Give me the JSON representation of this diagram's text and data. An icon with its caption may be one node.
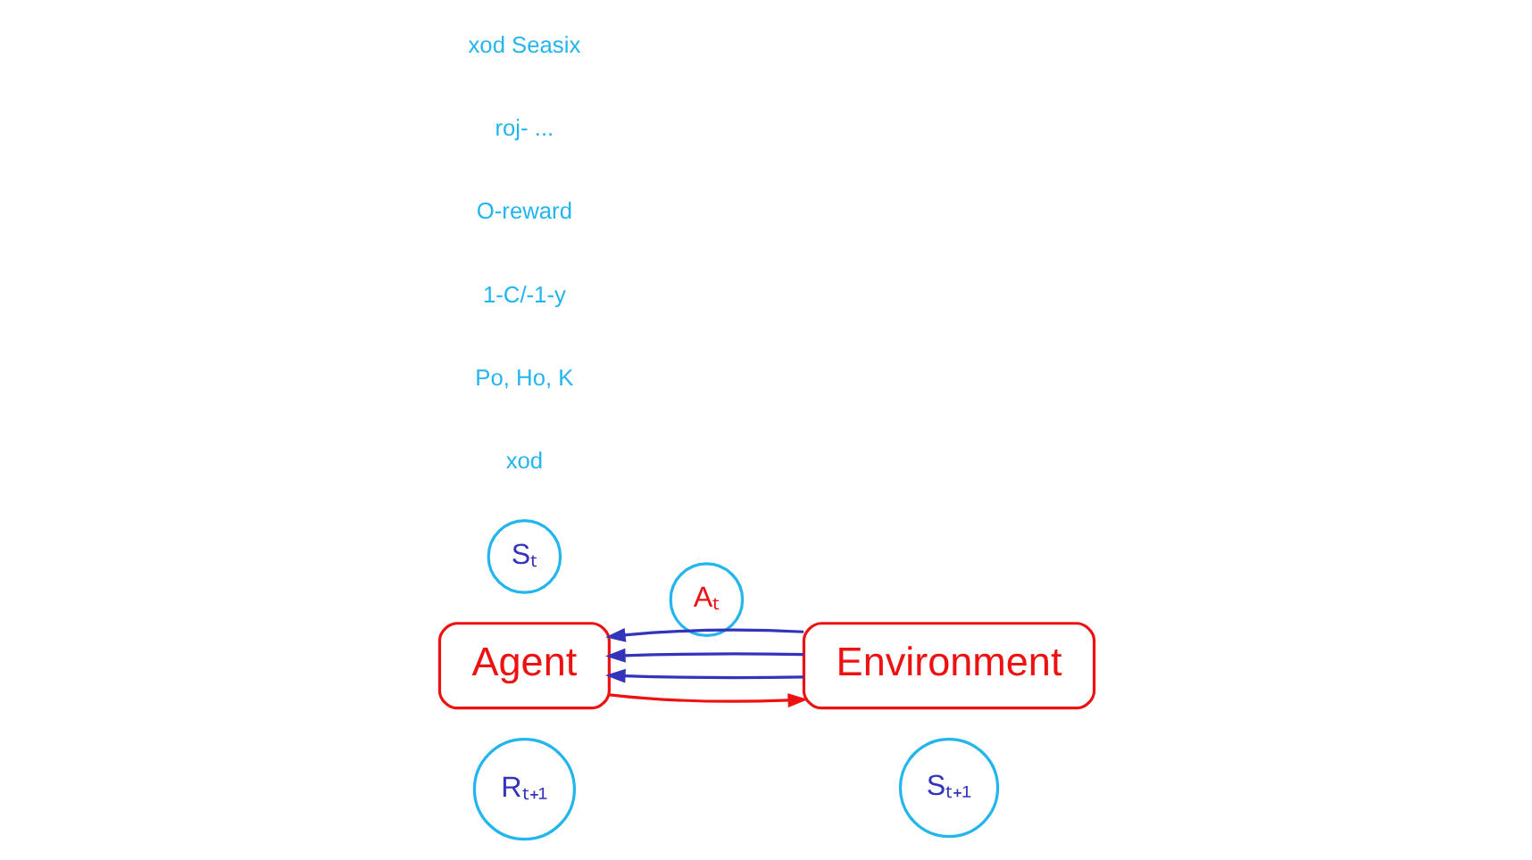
{
  "diagram": {
    "nodes": [
      {
        "text": [
          "Sₜ"
        ]
      },
      {
        "text": [
          "Agent"
        ]
      },
      {
        "text": [
          "Aₜ"
        ]
      },
      {
        "text": [
          "Environment"
        ]
      },
      {
        "text": [
          "Rₜ₊₁"
        ]
      },
      {
        "text": [
          "Sₜ₊₁"
        ]
      }
    ],
    "edges": [
      {
        "from": 1,
        "to": 3,
        "arrow": "to",
        "color": "#ee1111"
      },
      {
        "from": 3,
        "to": 1,
        "arrow": "to"
      },
      {
        "from": 3,
        "to": 1,
        "arrow": "to"
      },
      {
        "from": 3,
        "to": 1,
        "arrow": "to"
      }
    ],
    "labels": [
      "xod",
      "Po, Ho, K",
      "1-C/-1-y",
      "O-reward",
      "roj- ...",
      "xod Seasix"
    ]
  }
}
